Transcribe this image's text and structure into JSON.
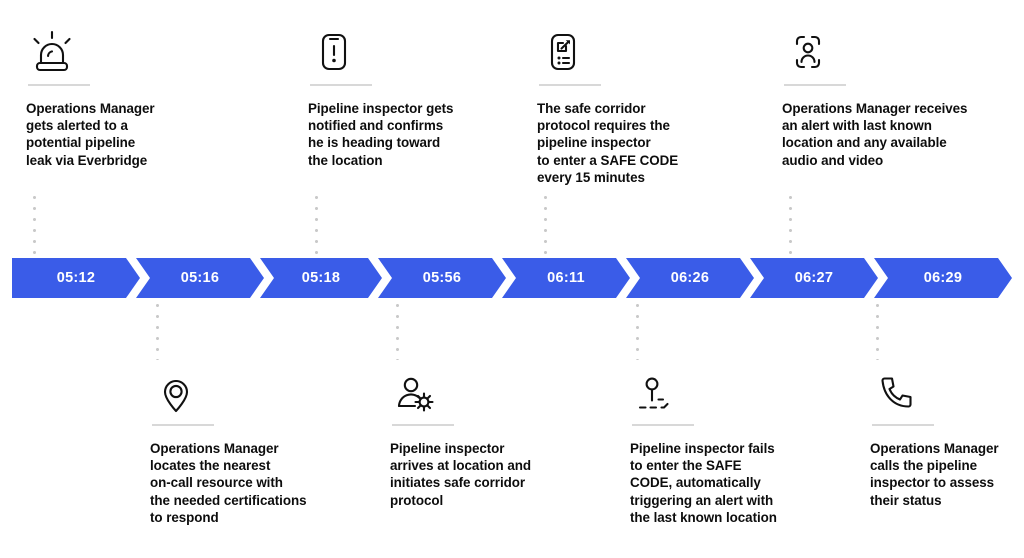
{
  "theme": {
    "accent_blue": "#3a5ce8",
    "text_color": "#0d0d0d",
    "rule_color": "#d8d8d8",
    "dot_color": "#c9c9c9",
    "chevron_label_color": "#ffffff"
  },
  "timeline": {
    "segments": [
      {
        "time": "05:12"
      },
      {
        "time": "05:16"
      },
      {
        "time": "05:18"
      },
      {
        "time": "05:56"
      },
      {
        "time": "06:11"
      },
      {
        "time": "06:26"
      },
      {
        "time": "06:27"
      },
      {
        "time": "06:29"
      }
    ]
  },
  "events": [
    {
      "position": "above",
      "segment_index": 0,
      "icon": "siren-light-icon",
      "text": "Operations Manager\ngets alerted to a\npotential pipeline\nleak via Everbridge"
    },
    {
      "position": "below",
      "segment_index": 1,
      "icon": "map-pin-icon",
      "text": "Operations Manager\nlocates the nearest\non-call resource with\nthe needed certifications\nto respond"
    },
    {
      "position": "above",
      "segment_index": 2,
      "icon": "phone-alert-icon",
      "text": "Pipeline inspector gets\nnotified and confirms\nhe is heading toward\nthe location"
    },
    {
      "position": "below",
      "segment_index": 3,
      "icon": "user-settings-icon",
      "text": "Pipeline inspector\narrives at location and\ninitiates safe corridor\nprotocol"
    },
    {
      "position": "above",
      "segment_index": 4,
      "icon": "phone-checklist-icon",
      "text": "The safe corridor\nprotocol requires the\npipeline inspector\nto enter a SAFE CODE\nevery 15 minutes"
    },
    {
      "position": "below",
      "segment_index": 5,
      "icon": "lost-location-icon",
      "text": "Pipeline inspector fails\nto enter the SAFE\nCODE, automatically\ntriggering an alert with\nthe last known location"
    },
    {
      "position": "above",
      "segment_index": 6,
      "icon": "person-scan-icon",
      "text": "Operations Manager receives\nan alert with last known\nlocation and any available\naudio and video"
    },
    {
      "position": "below",
      "segment_index": 7,
      "icon": "phone-call-icon",
      "text": "Operations Manager\ncalls the pipeline\ninspector to assess\ntheir status"
    }
  ]
}
